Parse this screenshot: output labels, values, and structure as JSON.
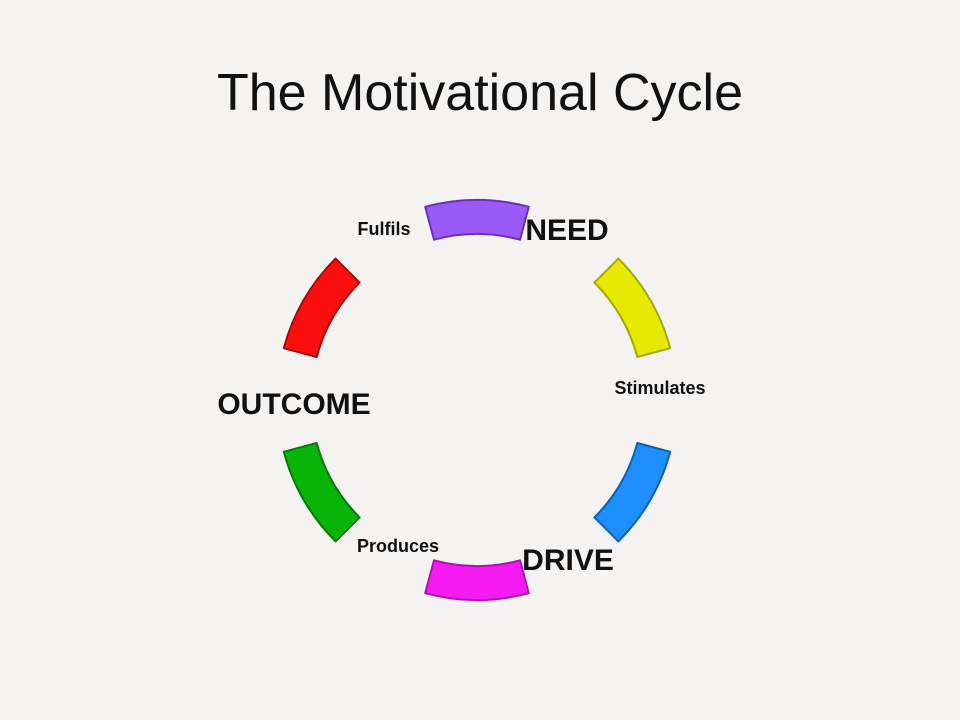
{
  "title": "The Motivational Cycle",
  "stages": {
    "need": "NEED",
    "drive": "DRIVE",
    "outcome": "OUTCOME"
  },
  "connectors": {
    "stimulates": "Stimulates",
    "produces": "Produces",
    "fulfils": "Fulfils"
  },
  "segments": [
    {
      "name": "top",
      "fill": "#9b59f7",
      "stroke": "#6a2fc0"
    },
    {
      "name": "upper-right",
      "fill": "#e6ea00",
      "stroke": "#a5a800"
    },
    {
      "name": "lower-right",
      "fill": "#1f8fff",
      "stroke": "#0d5fb0"
    },
    {
      "name": "bottom",
      "fill": "#f51cf1",
      "stroke": "#b10fb0"
    },
    {
      "name": "lower-left",
      "fill": "#08b408",
      "stroke": "#067a06"
    },
    {
      "name": "upper-left",
      "fill": "#fc0f0f",
      "stroke": "#a80808"
    }
  ]
}
